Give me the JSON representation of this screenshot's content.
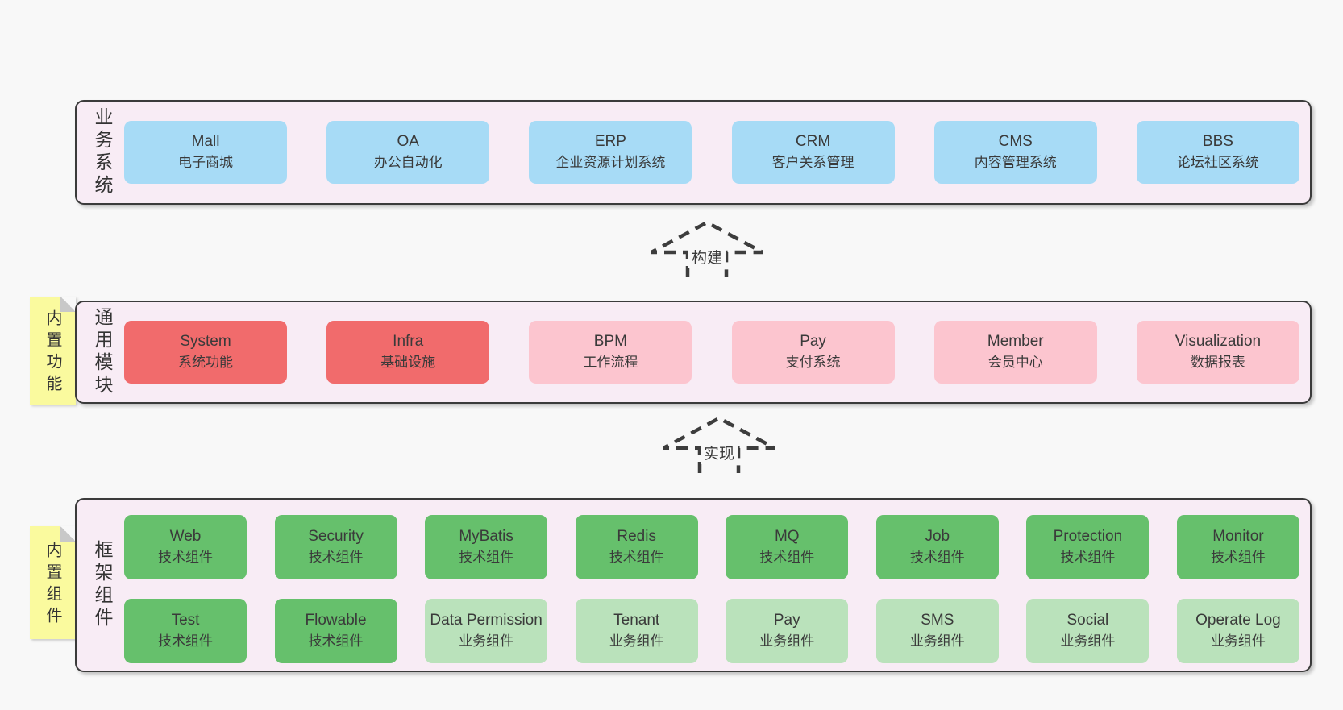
{
  "background": "#f8f8f8",
  "palette": {
    "container_bg": "#f8ecf5",
    "border": "#3b3b3b",
    "blue": "#a7dbf6",
    "red": "#f16b6c",
    "pink": "#fcc5cf",
    "green": "#66c06c",
    "green_light": "#bae2bb",
    "sticky_yellow": "#fafa9e",
    "fold_gray": "#c8c8c8",
    "text": "#3a3a3a"
  },
  "sections": {
    "business": {
      "label": "业务系统",
      "boxes": [
        {
          "title": "Mall",
          "subtitle": "电子商城"
        },
        {
          "title": "OA",
          "subtitle": "办公自动化"
        },
        {
          "title": "ERP",
          "subtitle": "企业资源计划系统"
        },
        {
          "title": "CRM",
          "subtitle": "客户关系管理"
        },
        {
          "title": "CMS",
          "subtitle": "内容管理系统"
        },
        {
          "title": "BBS",
          "subtitle": "论坛社区系统"
        }
      ]
    },
    "modules": {
      "label": "通用模块",
      "sticky": "内置功能",
      "boxes": [
        {
          "title": "System",
          "subtitle": "系统功能"
        },
        {
          "title": "Infra",
          "subtitle": "基础设施"
        },
        {
          "title": "BPM",
          "subtitle": "工作流程"
        },
        {
          "title": "Pay",
          "subtitle": "支付系统"
        },
        {
          "title": "Member",
          "subtitle": "会员中心"
        },
        {
          "title": "Visualization",
          "subtitle": "数据报表"
        }
      ]
    },
    "framework": {
      "label": "框架组件",
      "sticky": "内置组件",
      "row1": [
        {
          "title": "Web",
          "subtitle": "技术组件"
        },
        {
          "title": "Security",
          "subtitle": "技术组件"
        },
        {
          "title": "MyBatis",
          "subtitle": "技术组件"
        },
        {
          "title": "Redis",
          "subtitle": "技术组件"
        },
        {
          "title": "MQ",
          "subtitle": "技术组件"
        },
        {
          "title": "Job",
          "subtitle": "技术组件"
        },
        {
          "title": "Protection",
          "subtitle": "技术组件"
        },
        {
          "title": "Monitor",
          "subtitle": "技术组件"
        }
      ],
      "row2": [
        {
          "title": "Test",
          "subtitle": "技术组件"
        },
        {
          "title": "Flowable",
          "subtitle": "技术组件"
        },
        {
          "title": "Data Permission",
          "subtitle": "业务组件"
        },
        {
          "title": "Tenant",
          "subtitle": "业务组件"
        },
        {
          "title": "Pay",
          "subtitle": "业务组件"
        },
        {
          "title": "SMS",
          "subtitle": "业务组件"
        },
        {
          "title": "Social",
          "subtitle": "业务组件"
        },
        {
          "title": "Operate Log",
          "subtitle": "业务组件"
        }
      ]
    }
  },
  "arrows": {
    "build": "构建",
    "implement": "实现"
  }
}
